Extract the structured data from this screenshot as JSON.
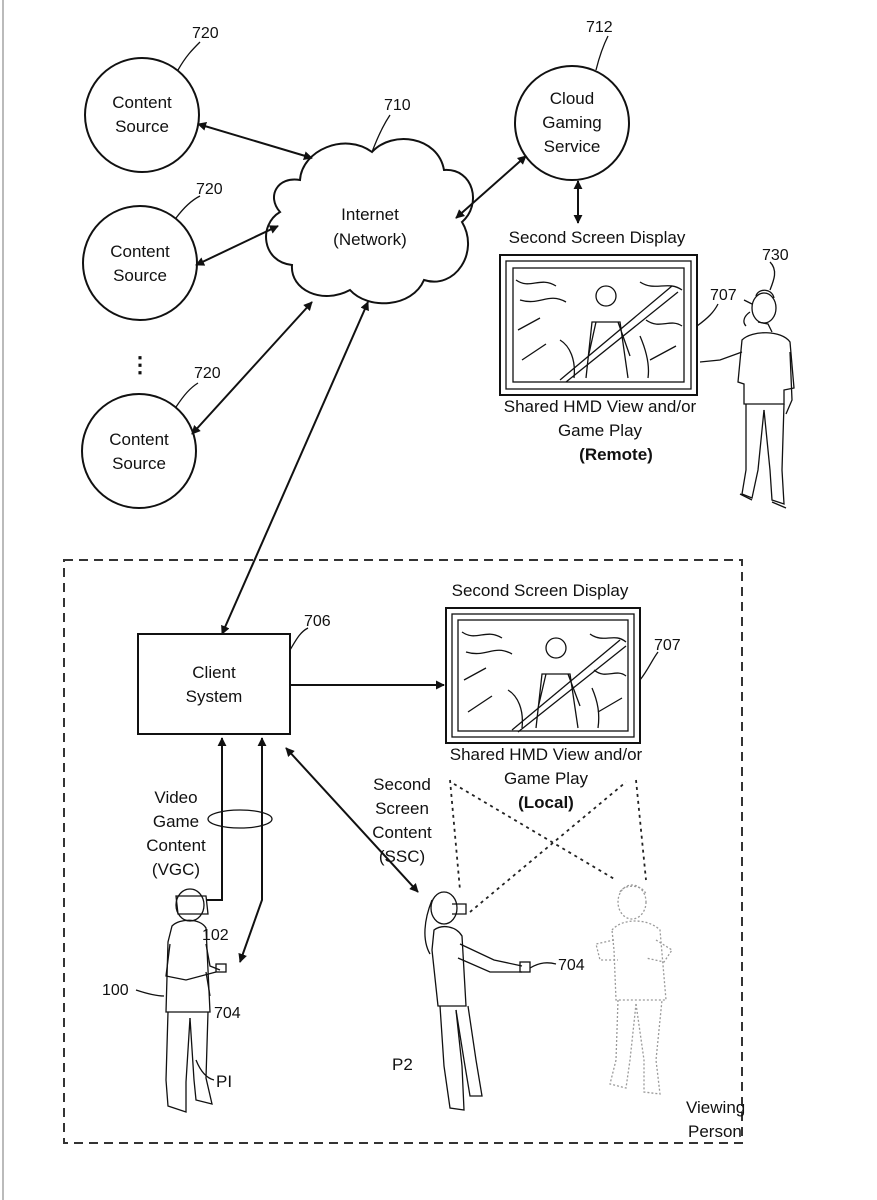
{
  "refs": {
    "content_source_1": "720",
    "content_source_2": "720",
    "content_source_3": "720",
    "internet": "710",
    "cloud_service": "712",
    "remote_display": "707",
    "remote_viewer": "730",
    "client_system": "706",
    "local_display": "707",
    "hmd": "102",
    "hmd_user": "100",
    "controller_1": "704",
    "controller_2": "704"
  },
  "content_source": {
    "line1": "Content",
    "line2": "Source"
  },
  "ellipsis": "⋮",
  "internet": {
    "line1": "Internet",
    "line2": "(Network)"
  },
  "cloud_service": {
    "line1": "Cloud",
    "line2": "Gaming",
    "line3": "Service"
  },
  "remote": {
    "title": "Second Screen Display",
    "caption_line1": "Shared HMD View and/or",
    "caption_line2": "Game Play",
    "caption_line3": "(Remote)"
  },
  "local": {
    "title": "Second Screen Display",
    "caption_line1": "Shared HMD View and/or",
    "caption_line2": "Game Play",
    "caption_line3": "(Local)"
  },
  "client_system": {
    "line1": "Client",
    "line2": "System"
  },
  "vgc": {
    "line1": "Video",
    "line2": "Game",
    "line3": "Content",
    "line4": "(VGC)"
  },
  "ssc": {
    "line1": "Second",
    "line2": "Screen",
    "line3": "Content",
    "line4": "(SSC)"
  },
  "players": {
    "p1": "PI",
    "p2": "P2"
  },
  "viewing_person": {
    "line1": "Viewing",
    "line2": "Person"
  }
}
